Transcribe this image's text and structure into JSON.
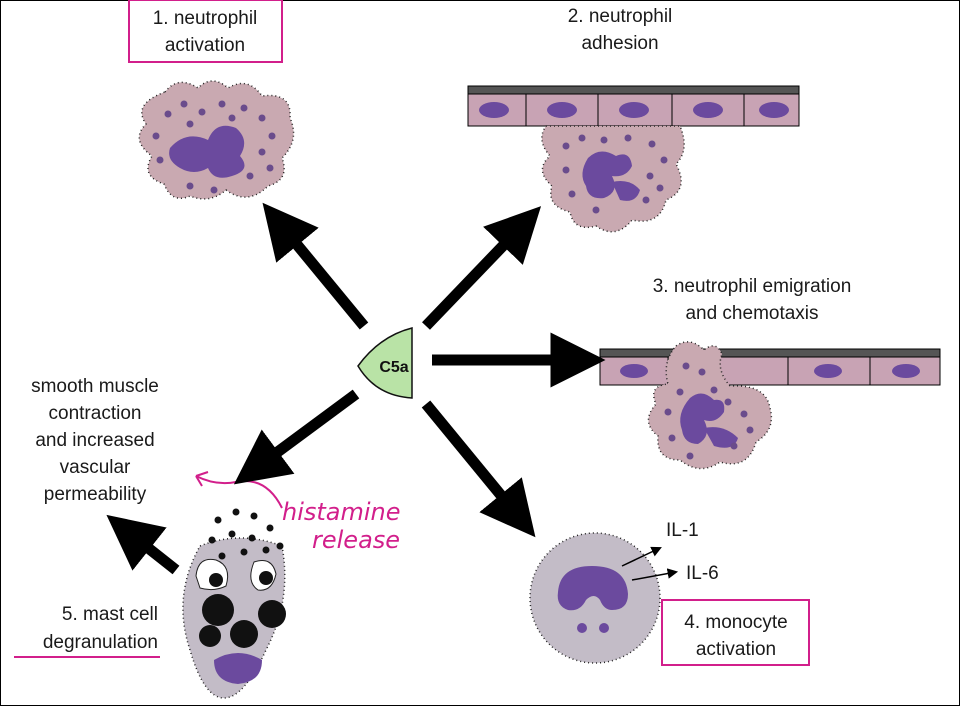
{
  "center_label": "C5a",
  "steps": {
    "step1": [
      "1. neutrophil",
      "activation"
    ],
    "step2": [
      "2. neutrophil",
      "adhesion"
    ],
    "step3": [
      "3. neutrophil emigration",
      "and chemotaxis"
    ],
    "step4": [
      "4. monocyte",
      "activation"
    ],
    "step5": [
      "5. mast cell",
      "degranulation"
    ]
  },
  "effect_text": [
    "smooth muscle",
    "contraction",
    "and increased",
    "vascular",
    "permeability"
  ],
  "cytokines": [
    "IL-1",
    "IL-6"
  ],
  "annotation": [
    "histamine",
    "release"
  ],
  "colors": {
    "cell_body": "#c9a9b1",
    "nucleus": "#6b4a9e",
    "granule": "#6a4c8c",
    "endothelium": "#c8a3b4",
    "c5a_fill": "#b9e3a6",
    "highlight": "#d21f8b",
    "arrow": "#000000"
  }
}
